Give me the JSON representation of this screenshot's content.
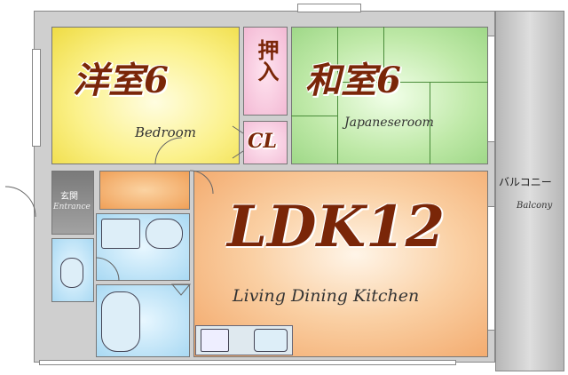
{
  "rooms": {
    "western": {
      "name": "洋室6",
      "en": "Bedroom"
    },
    "japanese": {
      "name": "和室6",
      "en": "Japaneseroom"
    },
    "oshiire": {
      "name": "押入"
    },
    "closet": {
      "name": "CL"
    },
    "entrance": {
      "name": "玄関",
      "en": "Entrance"
    },
    "ldk": {
      "name": "LDK12",
      "en": "Living Dining Kitchen"
    },
    "balcony": {
      "name": "バルコニー",
      "en": "Balcony"
    }
  },
  "colors": {
    "western": "#fbf18a",
    "japanese": "#bfe9a8",
    "closet": "#f3b9d4",
    "ldk": "#f2a566",
    "wet_area": "#a9d9f3",
    "entrance": "#8c8c8c",
    "label": "#7a2608"
  }
}
